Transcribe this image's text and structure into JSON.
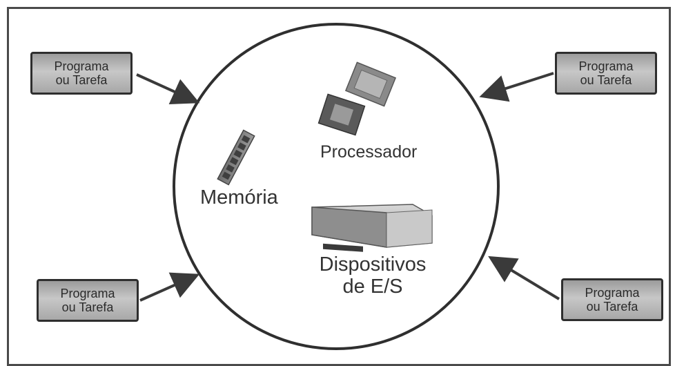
{
  "task_box_text": "Programa\nou Tarefa",
  "center": {
    "processor": "Processador",
    "memory": "Memória",
    "io_line1": "Dispositivos",
    "io_line2": "de E/S"
  },
  "colors": {
    "frame": "#4a4a4a",
    "circle": "#2f2f2f",
    "box_fill": "#b0b0b0",
    "arrow": "#3a3a3a"
  }
}
